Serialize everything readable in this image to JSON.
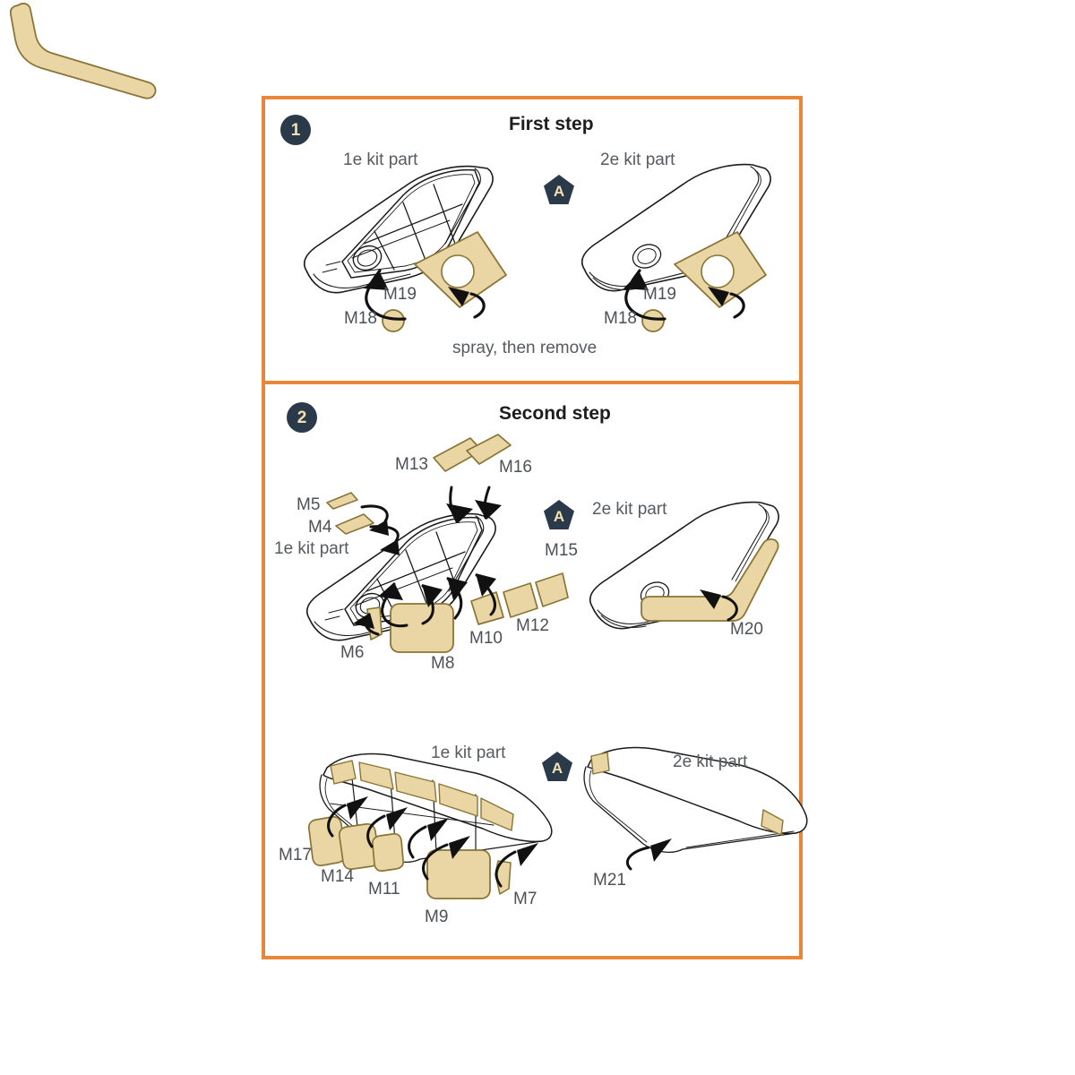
{
  "theme": {
    "frame_color": "#E8873A",
    "badge_color": "#2B3A4A",
    "badge_text_color": "#F1E0B0",
    "mask_fill": "#E9D6A4",
    "mask_stroke": "#8A7537",
    "line_color": "#1b1b1b",
    "label_color": "#565b60"
  },
  "steps": [
    {
      "number": "1",
      "title": "First step",
      "marker": "A",
      "note": "spray, then remove",
      "left_part_label": "1e kit part",
      "right_part_label": "2e kit part",
      "masks_left": [
        "M19",
        "M18"
      ],
      "masks_right": [
        "M19",
        "M18"
      ]
    },
    {
      "number": "2",
      "title": "Second step",
      "marker_upper": "A",
      "marker_lower": "A",
      "upper_left_part_label": "1e kit part",
      "upper_right_part_label": "2e kit part",
      "lower_left_part_label": "1e kit part",
      "lower_right_part_label": "2e kit part",
      "masks_upper_left": [
        "M13",
        "M16",
        "M5",
        "M4",
        "M15",
        "M12",
        "M10",
        "M8",
        "M6"
      ],
      "masks_upper_right": [
        "M20"
      ],
      "masks_lower_left": [
        "M17",
        "M14",
        "M11",
        "M9",
        "M7"
      ],
      "masks_lower_right": [
        "M21"
      ]
    }
  ],
  "labels": {
    "step1_number": "1",
    "step1_title": "First step",
    "step1_marker": "A",
    "step1_left_kit": "1e kit part",
    "step1_right_kit": "2e kit part",
    "step1_m19_left": "M19",
    "step1_m18_left": "M18",
    "step1_m19_right": "M19",
    "step1_m18_right": "M18",
    "step1_note": "spray, then remove",
    "step2_number": "2",
    "step2_title": "Second step",
    "step2_marker_upper": "A",
    "step2_marker_lower": "A",
    "s2u_m13": "M13",
    "s2u_m16": "M16",
    "s2u_m5": "M5",
    "s2u_m4": "M4",
    "s2u_left_kit": "1e kit part",
    "s2u_m15": "M15",
    "s2u_m12": "M12",
    "s2u_m10": "M10",
    "s2u_m8": "M8",
    "s2u_m6": "M6",
    "s2u_right_kit": "2e kit part",
    "s2u_m20": "M20",
    "s2l_left_kit": "1e kit part",
    "s2l_m17": "M17",
    "s2l_m14": "M14",
    "s2l_m11": "M11",
    "s2l_m9": "M9",
    "s2l_m7": "M7",
    "s2l_right_kit": "2e kit part",
    "s2l_m21": "M21"
  },
  "icons": {
    "step_badge": "numbered-circle-badge",
    "marker": "pentagon-marker",
    "arrow": "solid-arrowhead"
  }
}
